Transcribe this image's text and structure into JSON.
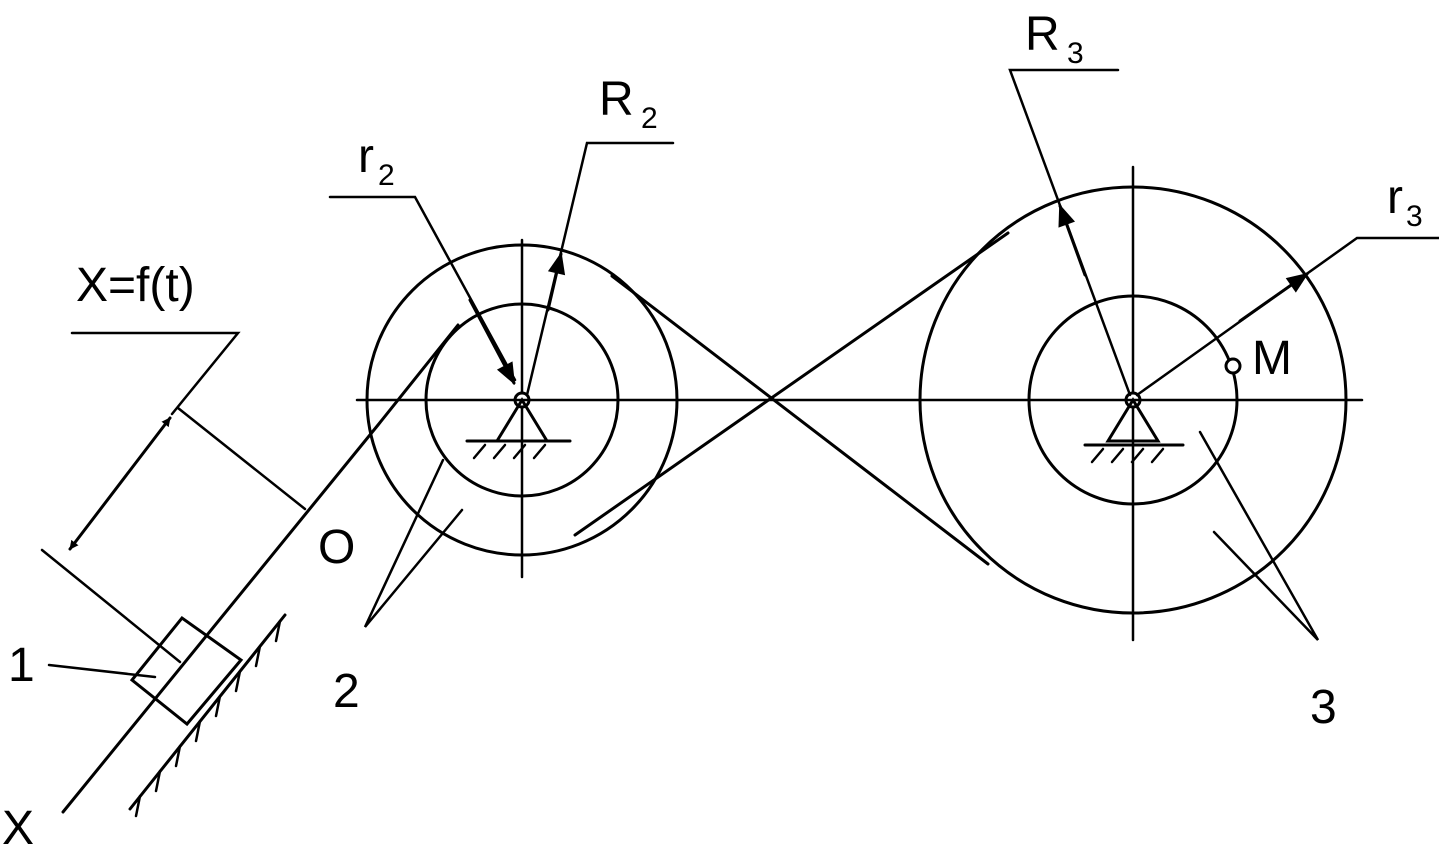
{
  "diagram": {
    "labels": {
      "x_eq": "X=f(t)",
      "origin": "O",
      "axis_x": "X",
      "body_1": "1",
      "body_2": "2",
      "body_3": "3",
      "point_m": "M",
      "r2_main": "r",
      "r2_sub": "2",
      "R2_main": "R",
      "R2_sub": "2",
      "R3_main": "R",
      "R3_sub": "3",
      "r3_main": "r",
      "r3_sub": "3"
    },
    "colors": {
      "ink": "#000000",
      "background": "#ffffff"
    }
  }
}
